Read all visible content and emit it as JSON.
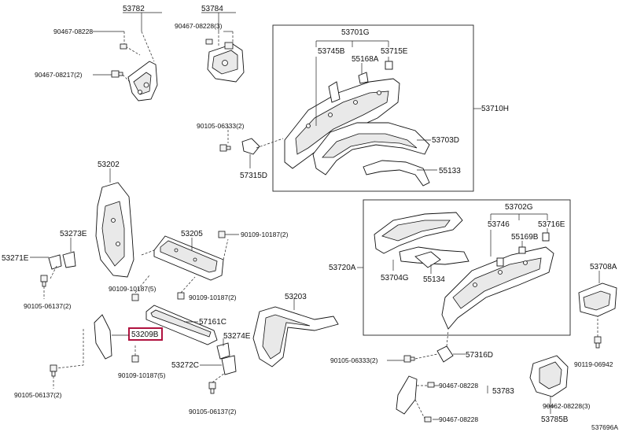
{
  "labels": {
    "l53782": "53782",
    "l53784": "53784",
    "l9046708228a": "90467-08228",
    "l9046708228b": "90467-08228(3)",
    "l9046708217": "90467-08217(2)",
    "l53701G": "53701G",
    "l53745B": "53745B",
    "l55168A": "55168A",
    "l53715E": "53715E",
    "l53710H": "53710H",
    "l9010506333a": "90105-06333(2)",
    "l53703D": "53703D",
    "l57315D": "57315D",
    "l55133": "55133",
    "l53202": "53202",
    "l53273E": "53273E",
    "l53205": "53205",
    "l9010910187a": "90109-10187(2)",
    "l53271E": "53271E",
    "l53702G": "53702G",
    "l53746": "53746",
    "l53716E": "53716E",
    "l55169B": "55169B",
    "l53720A": "53720A",
    "l53704G": "53704G",
    "l55134": "55134",
    "l53708A": "53708A",
    "l9010506137a": "90105-06137(2)",
    "l9010910187b": "90109-10187(5)",
    "l9010910187c": "90109-10187(2)",
    "l53203": "53203",
    "l57161C": "57161C",
    "l53209B": "53209B",
    "l53274E": "53274E",
    "l9010910187d": "90109-10187(5)",
    "l53272C": "53272C",
    "l9010506137b": "90105-06137(2)",
    "l9010506333b": "90105-06333(2)",
    "l57316D": "57316D",
    "l9010506137c": "90105-06137(2)",
    "l9046708228c": "90467-08228",
    "l53783": "53783",
    "l9046708228d": "90467-08228",
    "l9046208228": "90462-08228(3)",
    "l53785B": "53785B",
    "l9011906942": "90119-06942",
    "l537696A": "537696A"
  },
  "highlight": {
    "part": "53209B",
    "color": "#b0123f"
  }
}
